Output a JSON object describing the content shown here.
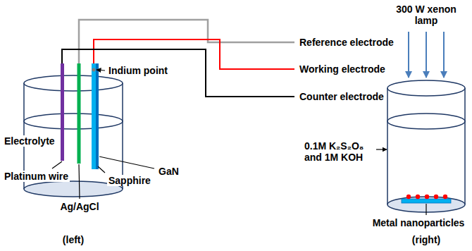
{
  "diagram": {
    "labels": [
      "Reference electrode",
      "Working electrode",
      "Counter electrode",
      "Indium point",
      "Electrolyte",
      "Platinum wire",
      "Ag/AgCl",
      "Sapphire",
      "GaN",
      "(left)",
      "300 W xenon lamp",
      "0.1M K₂S₂O₈ and 1M KOH",
      "Metal nanoparticles",
      "(right)"
    ]
  }
}
